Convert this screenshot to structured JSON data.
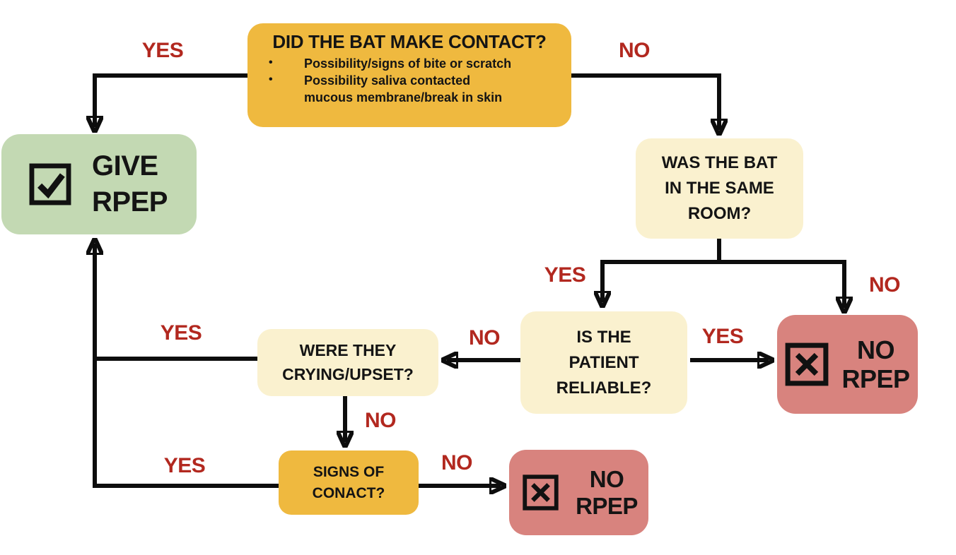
{
  "ui": {
    "bullet": "•"
  },
  "colors": {
    "orange_box": "#EFB93F",
    "cream_box": "#FAF1CF",
    "green_box": "#C3D9B3",
    "red_box": "#D8837E",
    "edge_label_red": "#B2281F",
    "line_black": "#0D0D0D"
  },
  "nodes": {
    "contact": {
      "title": "DID THE BAT MAKE CONTACT?",
      "bullets": [
        "Possibility/signs of bite or scratch",
        "Possibility saliva contacted\nmucous membrane/break in skin"
      ]
    },
    "give_rpep": {
      "label": "GIVE\nRPEP",
      "icon": "checked-box"
    },
    "same_room": {
      "label": "WAS THE BAT\nIN THE SAME\nROOM?"
    },
    "reliable": {
      "label": "IS THE\nPATIENT\nRELIABLE?"
    },
    "crying": {
      "label": "WERE THEY\nCRYING/UPSET?"
    },
    "signs": {
      "label": "SIGNS OF\nCONACT?"
    },
    "no_rpep_right": {
      "label": "NO\nRPEP",
      "icon": "crossed-box"
    },
    "no_rpep_bottom": {
      "label": "NO\nRPEP",
      "icon": "crossed-box"
    }
  },
  "edge_labels": {
    "contact_yes": "YES",
    "contact_no": "NO",
    "same_room_yes": "YES",
    "same_room_no": "NO",
    "reliable_yes": "YES",
    "reliable_no": "NO",
    "crying_yes": "YES",
    "crying_no": "NO",
    "signs_yes": "YES",
    "signs_no": "NO"
  }
}
